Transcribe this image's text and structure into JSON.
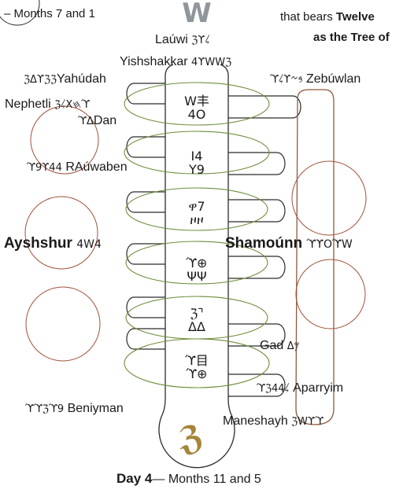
{
  "header": {
    "left_caption": "– Months 7 and 1",
    "right_line1_prefix": "that bears",
    "right_line1_bold": "Twelve",
    "right_line2": "as the Tree of"
  },
  "footer": {
    "day_label": "Day 4",
    "months": "— Months 11 and 5"
  },
  "tribes": {
    "lauwi": {
      "name": "Laúwi",
      "script": "ℨϒ𐤋"
    },
    "yishshakkar": {
      "name": "Yishshakkar",
      "script": "4ϒWWℨ"
    },
    "yahudah": {
      "name": "Yahúdah",
      "script": "ℨΔϒℨℨ"
    },
    "zebuwlan": {
      "name": "Zebúwlan",
      "script": "ϓ𐤋ϒ𐤁𐤆"
    },
    "nephetli": {
      "name": "Nephetli",
      "script": "ℨ𐤋X𐤇ϓ"
    },
    "dan": {
      "name": "Dan",
      "script": "ϓΔ"
    },
    "rauwaben": {
      "name": "RAúwaben",
      "script": "ϓ9ϒ44"
    },
    "ayshshur": {
      "name": "Ayshshur",
      "script": "4W4"
    },
    "shamounn": {
      "name": "Shamoúnn",
      "script": "ϓϒOϓW"
    },
    "gad": {
      "name": "Gad",
      "script": "Δ𐤌"
    },
    "aparryim": {
      "name": "Aparryim",
      "script": "ϓℨ4𐤋4"
    },
    "beniyman": {
      "name": "Beniyman",
      "script": "ϓϓℨϓ9"
    },
    "maneshayh": {
      "name": "Maneshayh",
      "script": "ℨWϒϓ"
    }
  },
  "spine_pairs": [
    {
      "top": "W丰",
      "bottom": "4O"
    },
    {
      "top": "I4",
      "bottom": "Y9"
    },
    {
      "top": "ዋ7",
      "bottom": "ዞዞ"
    },
    {
      "top": "ϓ⊕",
      "bottom": "ΨΨ"
    },
    {
      "top": "ℨ⌝",
      "bottom": "ΔΔ"
    },
    {
      "top": "ϓ目",
      "bottom": "ϓ⊕"
    }
  ],
  "top_glyph": "W",
  "bottom_glyph": "ℨ",
  "colors": {
    "outline": "#2b2b2b",
    "ring_green": "#6f8d3a",
    "ring_brown": "#a0523a",
    "top_glyph": "#8f979c",
    "bottom_glyph": "#a6853a"
  }
}
